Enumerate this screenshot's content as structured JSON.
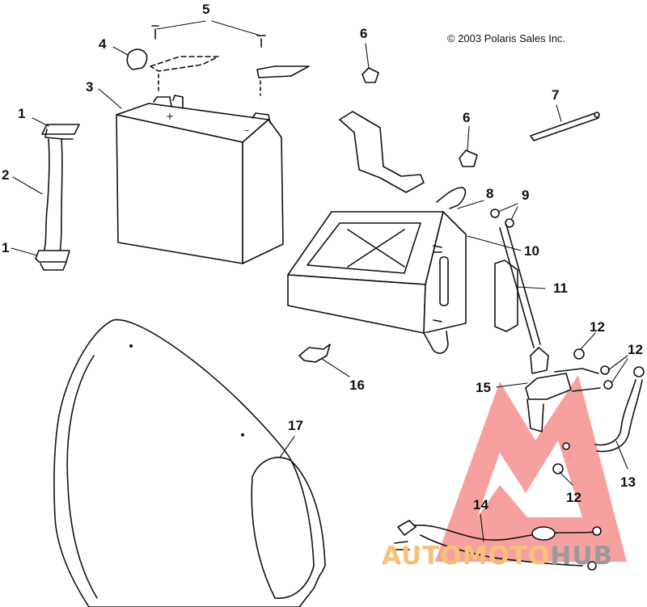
{
  "copyright": "© 2003 Polaris Sales Inc.",
  "callouts": [
    {
      "id": "c1a",
      "label": "1"
    },
    {
      "id": "c2",
      "label": "2"
    },
    {
      "id": "c1b",
      "label": "1"
    },
    {
      "id": "c3",
      "label": "3"
    },
    {
      "id": "c4",
      "label": "4"
    },
    {
      "id": "c5",
      "label": "5"
    },
    {
      "id": "c6a",
      "label": "6"
    },
    {
      "id": "c6b",
      "label": "6"
    },
    {
      "id": "c7",
      "label": "7"
    },
    {
      "id": "c8",
      "label": "8"
    },
    {
      "id": "c9",
      "label": "9"
    },
    {
      "id": "c10",
      "label": "10"
    },
    {
      "id": "c11",
      "label": "11"
    },
    {
      "id": "c12a",
      "label": "12"
    },
    {
      "id": "c12b",
      "label": "12"
    },
    {
      "id": "c12c",
      "label": "12"
    },
    {
      "id": "c13",
      "label": "13"
    },
    {
      "id": "c14",
      "label": "14"
    },
    {
      "id": "c15",
      "label": "15"
    },
    {
      "id": "c16",
      "label": "16"
    },
    {
      "id": "c17",
      "label": "17"
    }
  ],
  "watermark": {
    "part1": "AUTOMOTO",
    "part2": "HUB",
    "color_primary": "#e53935",
    "color_secondary": "#f6c27a",
    "color_tertiary": "#9a9a9a"
  }
}
